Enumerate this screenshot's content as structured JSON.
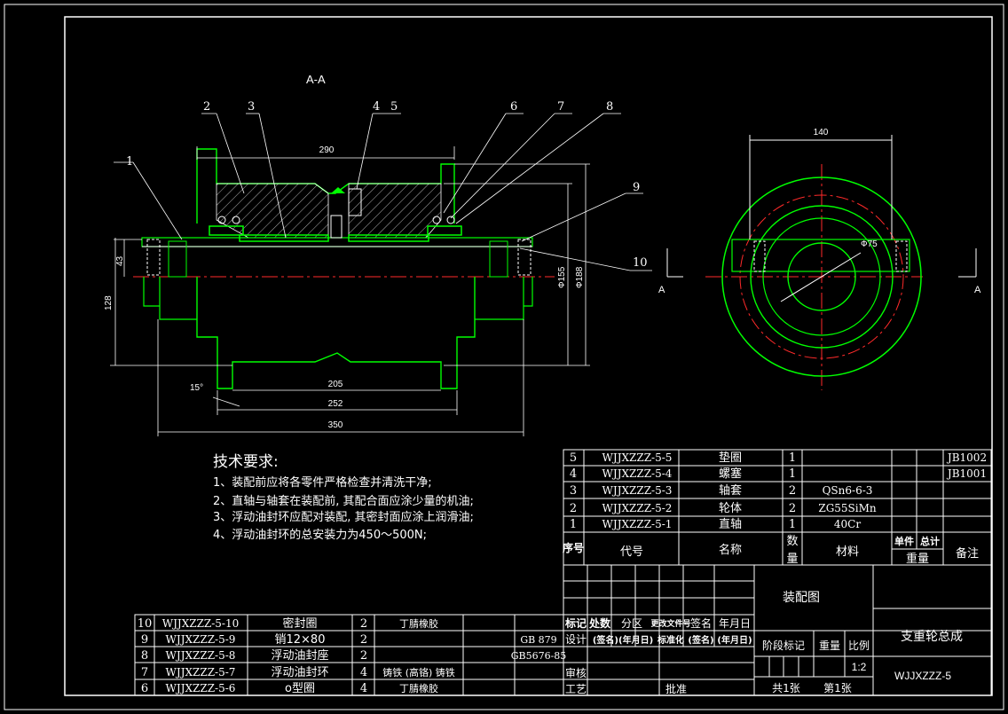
{
  "section_label": "A-A",
  "section_marks": [
    "A",
    "A"
  ],
  "balloons": [
    "1",
    "2",
    "3",
    "4",
    "5",
    "6",
    "7",
    "8",
    "9",
    "10"
  ],
  "dimensions": {
    "d290": "290",
    "d205": "205",
    "d252": "252",
    "d350": "350",
    "d43": "43",
    "d128": "128",
    "d155": "Ф155",
    "d188": "Ф188",
    "d140": "140",
    "d75": "Ф75",
    "angle": "15°"
  },
  "notes": {
    "title": "技术要求:",
    "lines": [
      "1、装配前应将各零件严格检查并清洗干净;",
      "2、直轴与轴套在装配前, 其配合面应涂少量的机油;",
      "3、浮动油封环应配对装配, 其密封面应涂上润滑油;",
      "4、浮动油封环的总安装力为450～500N;"
    ]
  },
  "bom_upper": [
    {
      "no": "5",
      "code": "WJJXZZZ-5-5",
      "name": "垫圈",
      "qty": "1",
      "material": "",
      "remark": "JB1002"
    },
    {
      "no": "4",
      "code": "WJJXZZZ-5-4",
      "name": "螺塞",
      "qty": "1",
      "material": "",
      "remark": "JB1001"
    },
    {
      "no": "3",
      "code": "WJJXZZZ-5-3",
      "name": "轴套",
      "qty": "2",
      "material": "QSn6-6-3",
      "remark": ""
    },
    {
      "no": "2",
      "code": "WJJXZZZ-5-2",
      "name": "轮体",
      "qty": "2",
      "material": "ZG55SiMn",
      "remark": ""
    },
    {
      "no": "1",
      "code": "WJJXZZZ-5-1",
      "name": "直轴",
      "qty": "1",
      "material": "40Cr",
      "remark": ""
    }
  ],
  "bom_header": {
    "no": "序号",
    "code": "代号",
    "name": "名称",
    "qty1": "数",
    "qty2": "量",
    "material": "材料",
    "unit": "单件",
    "total": "总计",
    "weight": "重量",
    "remark": "备注"
  },
  "bom_lower": [
    {
      "no": "10",
      "code": "WJJXZZZ-5-10",
      "name": "密封圈",
      "qty": "2",
      "material": "丁腈橡胶",
      "std": ""
    },
    {
      "no": "9",
      "code": "WJJXZZZ-5-9",
      "name": "销12×80",
      "qty": "2",
      "material": "",
      "std": "GB 879"
    },
    {
      "no": "8",
      "code": "WJJXZZZ-5-8",
      "name": "浮动油封座",
      "qty": "2",
      "material": "",
      "std": "GB5676-85"
    },
    {
      "no": "7",
      "code": "WJJXZZZ-5-7",
      "name": "浮动油封环",
      "qty": "4",
      "material": "铸铁 (高铬) 铸铁",
      "std": ""
    },
    {
      "no": "6",
      "code": "WJJXZZZ-5-6",
      "name": "o型圈",
      "qty": "4",
      "material": "丁腈橡胶",
      "std": ""
    }
  ],
  "title_block": {
    "mark": "标记",
    "count": "处数",
    "zone": "分区",
    "change_doc": "更改文件号",
    "sign": "签名",
    "date": "年月日",
    "design": "设计",
    "sign_date": "(签名)(年月日)",
    "standard": "标准化",
    "sign2": "(签名)",
    "date2": "(年月日)",
    "review": "审核",
    "process": "工艺",
    "approve": "批准",
    "drawing_type": "装配图",
    "stage": "阶段标记",
    "weight": "重量",
    "scale": "比例",
    "scale_value": "1:2",
    "sheets": "共1张",
    "sheet_no": "第1张",
    "drawing_name": "支重轮总成",
    "drawing_code": "WJJXZZZ-5"
  }
}
